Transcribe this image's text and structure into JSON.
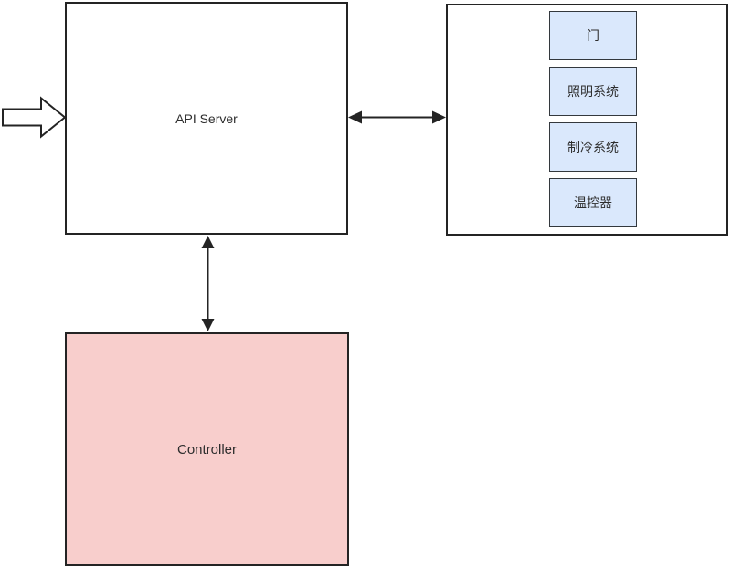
{
  "diagram": {
    "api_server_label": "API Server",
    "controller_label": "Controller",
    "devices": [
      {
        "label": "门"
      },
      {
        "label": "照明系统"
      },
      {
        "label": "制冷系统"
      },
      {
        "label": "温控器"
      }
    ],
    "connections": [
      {
        "name": "external-input-arrow",
        "type": "hollow-arrow",
        "from": "outside-left",
        "to": "api-server"
      },
      {
        "name": "api-devices-arrow",
        "type": "double-headed",
        "from": "api-server",
        "to": "device-panel"
      },
      {
        "name": "api-controller-arrow",
        "type": "double-headed",
        "from": "api-server",
        "to": "controller"
      }
    ],
    "colors": {
      "stroke": "#242424",
      "controller_fill": "#f8cecc",
      "device_fill": "#dae8fc",
      "text": "#2d2d2d"
    }
  }
}
